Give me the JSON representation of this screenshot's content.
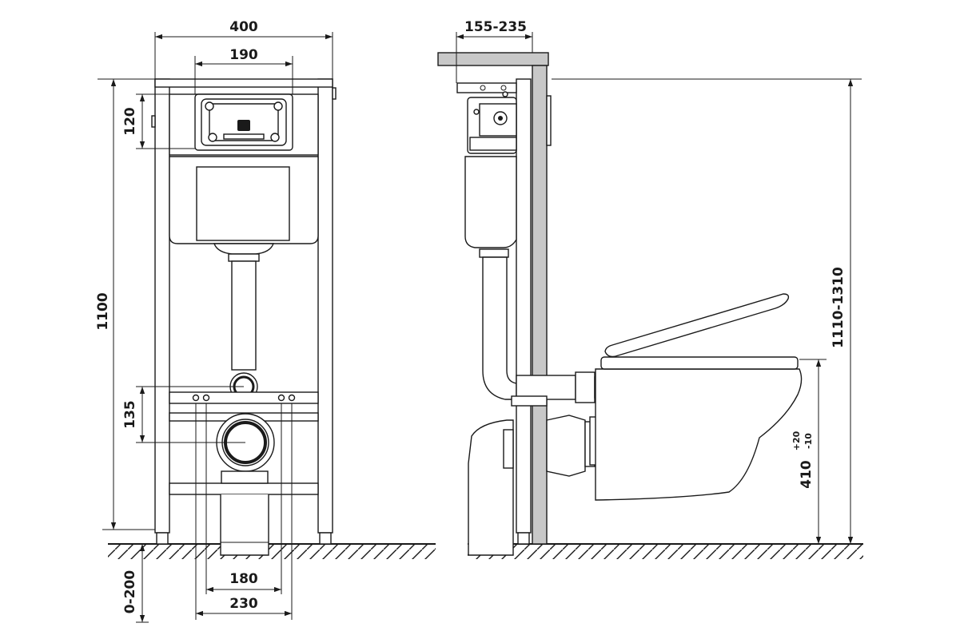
{
  "front_view": {
    "width_total": "400",
    "width_button_plate": "190",
    "height_total": "1100",
    "height_button_zone": "120",
    "height_outlet_offset": "135",
    "width_bolts_inner": "180",
    "width_bolts_outer": "230",
    "floor_adjustment": "0-200"
  },
  "side_view": {
    "wall_depth": "155-235",
    "height_range": "1110-1310",
    "bowl_height": "410",
    "bowl_height_tol_upper": "+20",
    "bowl_height_tol_lower": "-10"
  },
  "colors": {
    "line": "#1a1a1a",
    "wall_fill": "#c8c8c8",
    "background": "#ffffff"
  }
}
